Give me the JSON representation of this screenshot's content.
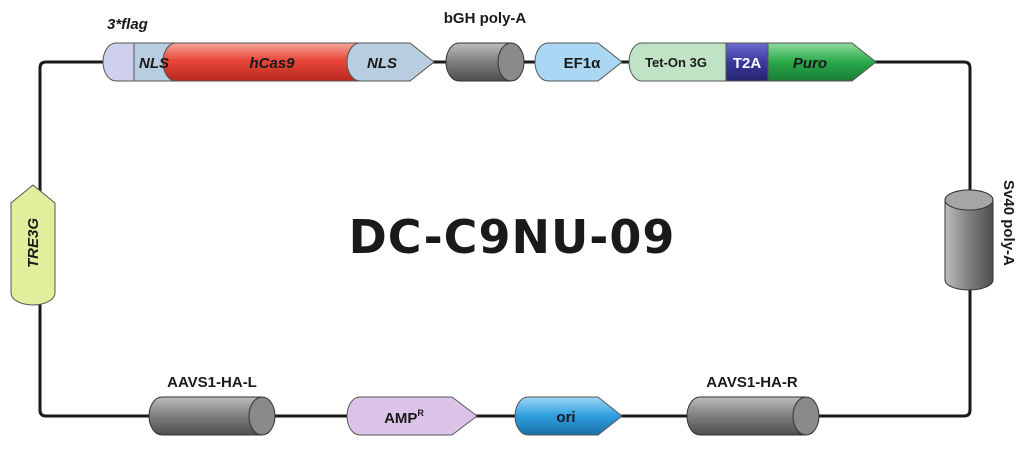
{
  "title": "DC-C9NU-09",
  "features": {
    "flag": "3*flag",
    "nls_left": "NLS",
    "hcas9": "hCas9",
    "nls_right": "NLS",
    "bgh": "bGH poly-A",
    "ef1a": "EF1α",
    "teton": "Tet-On 3G",
    "t2a": "T2A",
    "puro": "Puro",
    "sv40": "Sv40 poly-A",
    "tre3g": "TRE3G",
    "aavs1_l": "AAVS1-HA-L",
    "amp": "AMP",
    "amp_sup": "R",
    "ori": "ori",
    "aavs1_r": "AAVS1-HA-R"
  },
  "colors": {
    "flag": "#cfcfee",
    "nls": "#b9cde0",
    "hcas9": "#e8483a",
    "ef1a": "#aad8f4",
    "teton": "#bfe3c4",
    "t2a": "#3b3a9c",
    "puro": "#2aa84a",
    "tre3g": "#e1ee9c",
    "amp": "#dcc4e8",
    "ori": "#2d9ede",
    "cylinder": "#7a7a7a"
  }
}
